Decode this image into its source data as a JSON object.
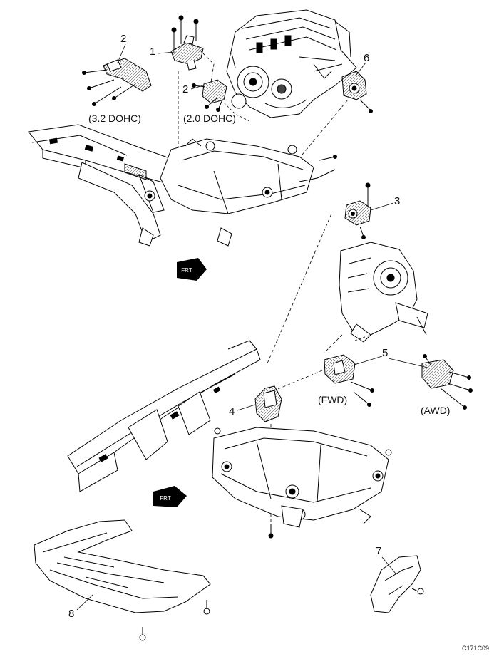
{
  "diagram": {
    "callouts": [
      {
        "id": "1",
        "label": "1"
      },
      {
        "id": "2a",
        "label": "2"
      },
      {
        "id": "2b",
        "label": "2"
      },
      {
        "id": "3",
        "label": "3"
      },
      {
        "id": "4",
        "label": "4"
      },
      {
        "id": "5",
        "label": "5"
      },
      {
        "id": "6",
        "label": "6"
      },
      {
        "id": "7",
        "label": "7"
      },
      {
        "id": "8",
        "label": "8"
      }
    ],
    "variants": {
      "dohc32": "(3.2 DOHC)",
      "dohc20": "(2.0 DOHC)",
      "fwd": "(FWD)",
      "awd": "(AWD)"
    },
    "front_marker": "FRT",
    "figure_code": "C171C09"
  }
}
